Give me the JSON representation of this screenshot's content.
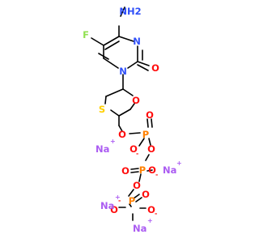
{
  "colors": {
    "bond": "#000000",
    "N": "#3050F8",
    "O": "#FF0D0D",
    "F": "#90E050",
    "S": "#FFD000",
    "P": "#FF8000",
    "Na": "#AB5CF2"
  },
  "labels": {
    "nh2": "NH2",
    "n_ring_top": "N",
    "n_ring_low": "N",
    "o_carbonyl": "O",
    "fluorine": "F",
    "o_ring": "O",
    "sulfur": "S",
    "o_ester": "O",
    "p1": "P",
    "p1_o_top": "O",
    "p1_o_minus": "O",
    "o_bridge1": "O",
    "p2": "P",
    "p2_o_dbl": "O",
    "p2_o_minus": "O",
    "o_bridge2": "O",
    "p3": "P",
    "p3_o_dbl": "O",
    "p3_o_minus_left": "O",
    "p3_o_minus_right": "O",
    "charge_minus": "-",
    "charge_plus": "+",
    "na1": "Na",
    "na2": "Na",
    "na3": "Na",
    "na4": "Na"
  }
}
